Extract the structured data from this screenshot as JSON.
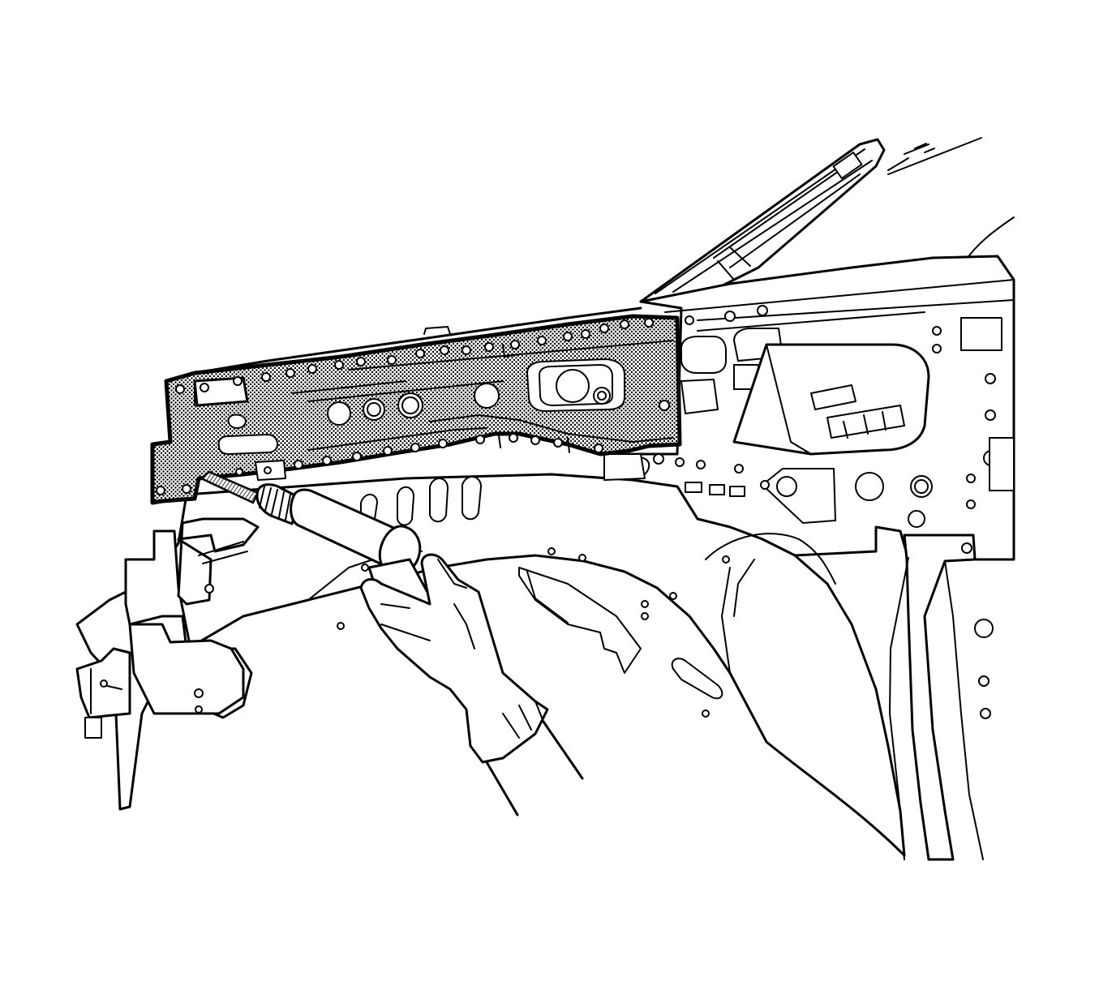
{
  "diagram": {
    "style": "black line art service illustration",
    "colors": {
      "line": "#000000",
      "background": "#ffffff",
      "highlight_fill": "#b9b9b9"
    },
    "components": [
      {
        "name": "highlighted-upper-rail-panel",
        "fill": "dotted-screen"
      },
      {
        "name": "windshield-pillar"
      },
      {
        "name": "wheelhouse-panel"
      },
      {
        "name": "hinge-pillar"
      },
      {
        "name": "front-bumper-bracket"
      },
      {
        "name": "drill-tool"
      },
      {
        "name": "gloved-hand"
      }
    ]
  }
}
